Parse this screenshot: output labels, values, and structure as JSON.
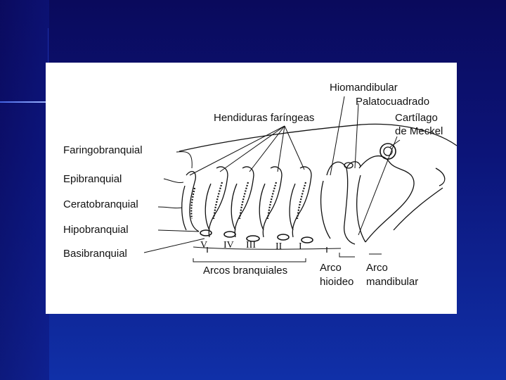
{
  "labels": {
    "hiomandibular": "Hiomandibular",
    "palatocuadrado": "Palatocuadrado",
    "hendiduras": "Hendiduras faríngeas",
    "cartilago_l1": "Cartílago",
    "cartilago_l2": "de Meckel",
    "faringobranquial": "Faringobranquial",
    "epibranquial": "Epibranquial",
    "ceratobranquial": "Ceratobranquial",
    "hipobranquial": "Hipobranquial",
    "basibranquial": "Basibranquial",
    "arcos_branquiales": "Arcos branquiales",
    "arco_hioideo_l1": "Arco",
    "arco_hioideo_l2": "hioideo",
    "arco_mandibular_l1": "Arco",
    "arco_mandibular_l2": "mandibular"
  },
  "arch_numerals": [
    "V",
    "IV",
    "III",
    "II",
    "I"
  ],
  "colors": {
    "slide_background": "#0c1478",
    "panel": "#ffffff",
    "ink": "#111111"
  }
}
